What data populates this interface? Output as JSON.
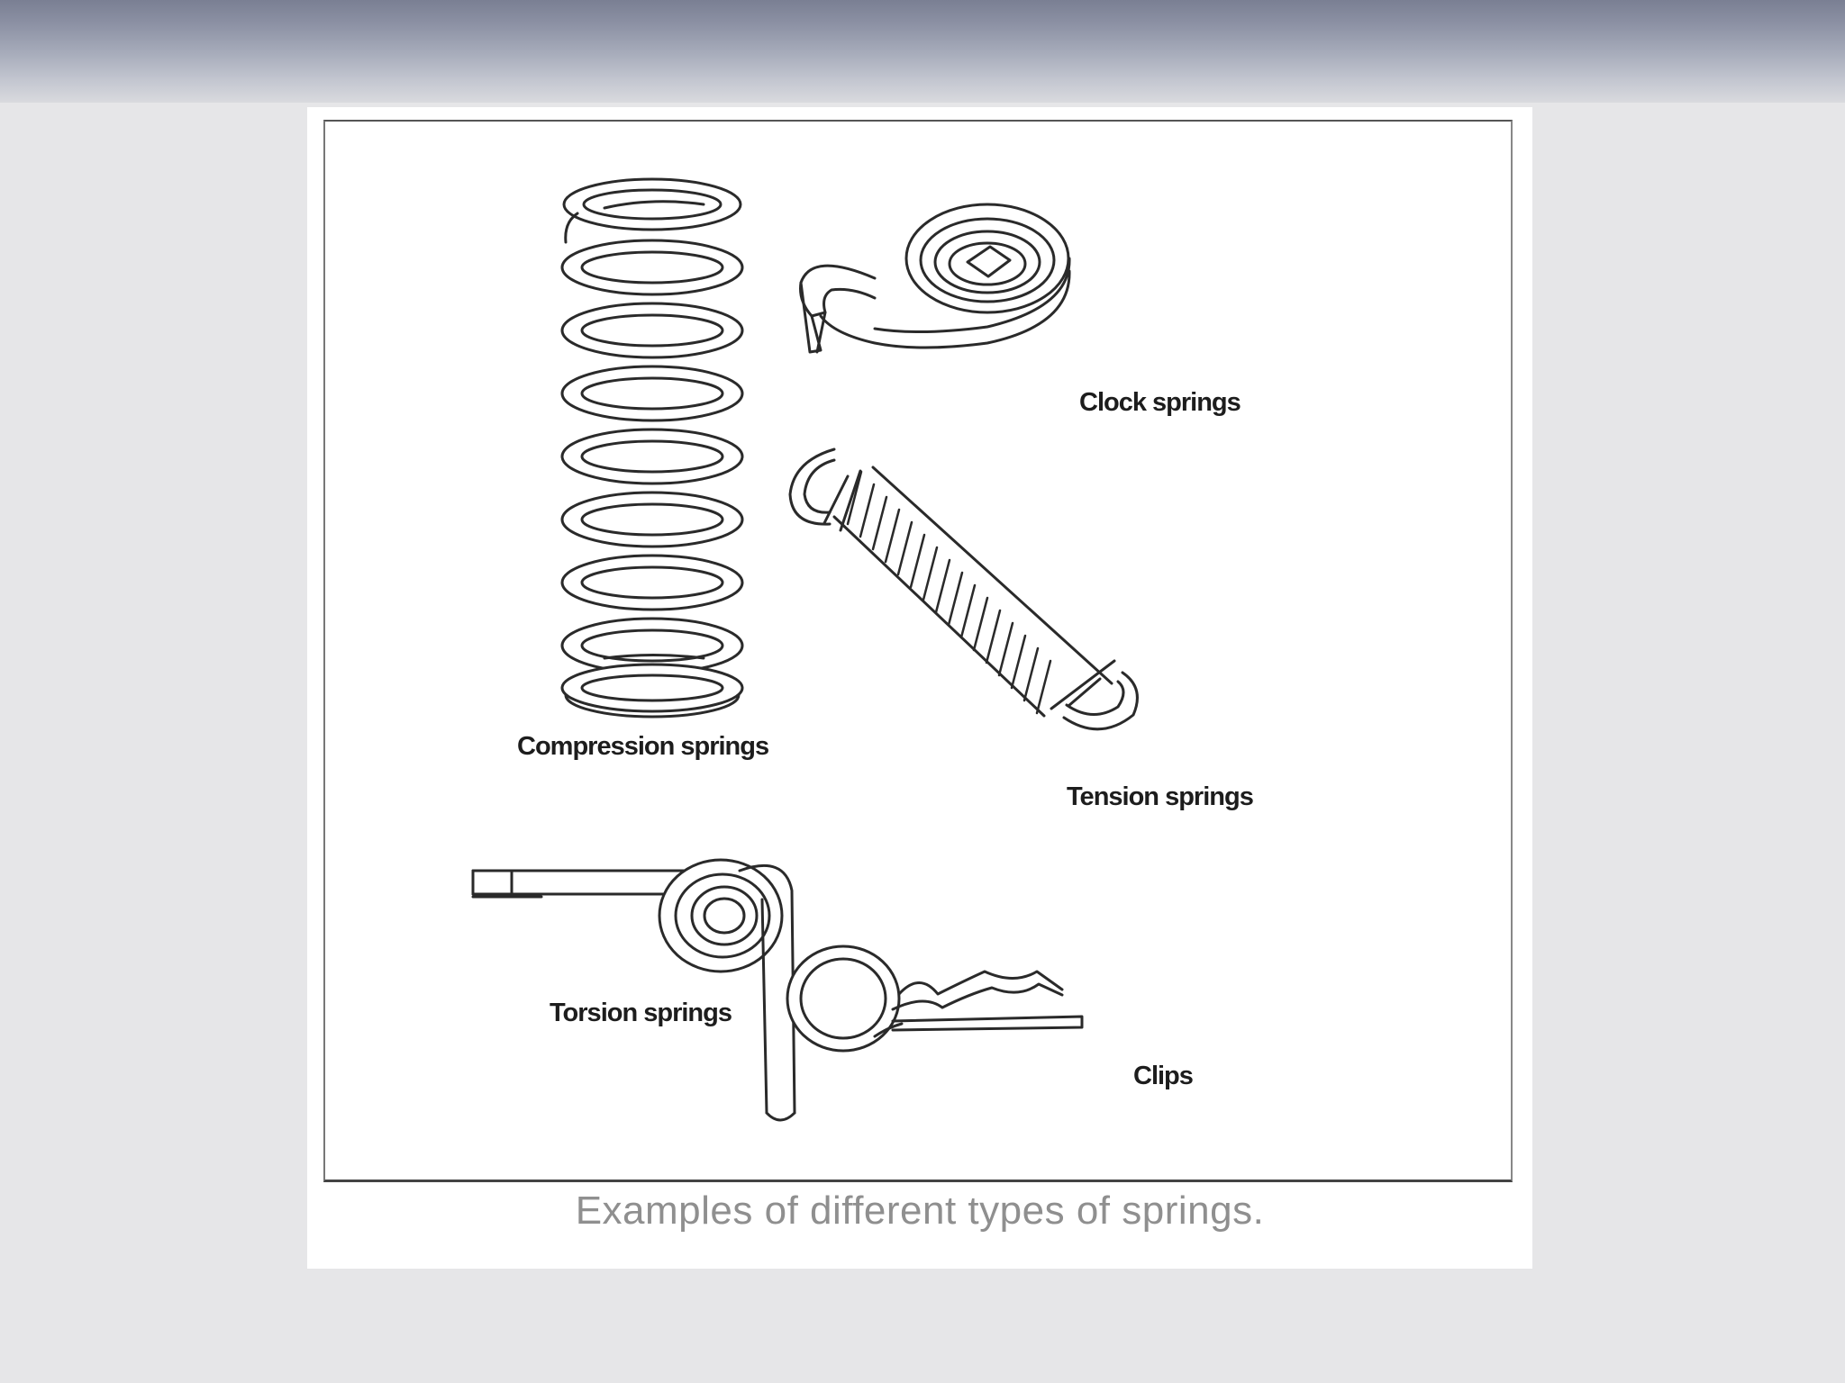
{
  "diagram": {
    "labels": {
      "compression": "Compression springs",
      "clock": "Clock springs",
      "tension": "Tension springs",
      "torsion": "Torsion springs",
      "clips": "Clips"
    },
    "caption": "Examples of different types of springs."
  }
}
